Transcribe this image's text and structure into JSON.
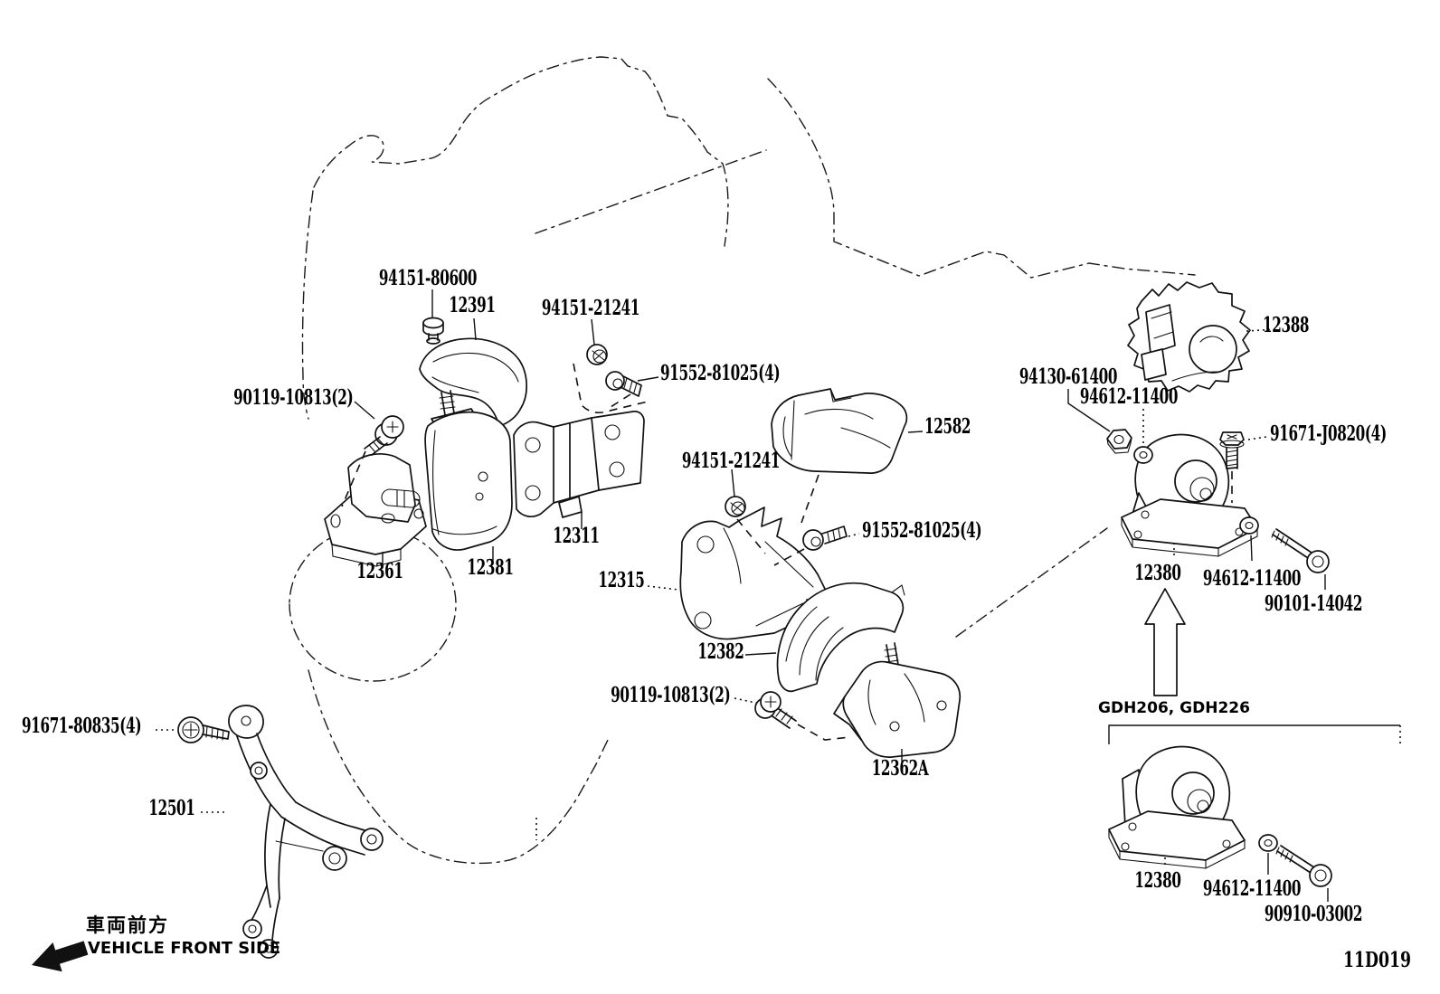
{
  "diagram": {
    "code": "11D019",
    "variant_note": "GDH206, GDH226",
    "vehicle_front_jp": "車両前方",
    "vehicle_front_en": "VEHICLE FRONT SIDE"
  },
  "colors": {
    "background": "#ffffff",
    "line": "#111111"
  },
  "icons": [
    "nut-icon",
    "washer-icon",
    "hex-bolt-icon",
    "flange-bolt-icon",
    "phillips-bolt-icon",
    "up-arrow-icon",
    "vehicle-front-arrow-icon"
  ],
  "callouts": [
    {
      "name": "bolt-94151-80600",
      "text": "94151-80600"
    },
    {
      "name": "cover-12391",
      "text": "12391"
    },
    {
      "name": "nut-94151-21241-upper",
      "text": "94151-21241"
    },
    {
      "name": "bolt-91552-81025-upper",
      "text": "91552-81025(4)"
    },
    {
      "name": "bolt-90119-10813-left",
      "text": "90119-10813(2)"
    },
    {
      "name": "cover-12582",
      "text": "12582"
    },
    {
      "name": "nut-94151-21241-lower",
      "text": "94151-21241"
    },
    {
      "name": "bolt-91552-81025-lower",
      "text": "91552-81025(4)"
    },
    {
      "name": "bracket-12311",
      "text": "12311"
    },
    {
      "name": "insulator-12361",
      "text": "12361"
    },
    {
      "name": "insulator-12381",
      "text": "12381"
    },
    {
      "name": "bracket-12315",
      "text": "12315"
    },
    {
      "name": "bracket-12382",
      "text": "12382"
    },
    {
      "name": "bolt-90119-10813-right",
      "text": "90119-10813(2)"
    },
    {
      "name": "insulator-12362A",
      "text": "12362A"
    },
    {
      "name": "bolt-91671-80835",
      "text": "91671-80835(4)"
    },
    {
      "name": "bracket-12501",
      "text": "12501"
    },
    {
      "name": "insulator-12388",
      "text": "12388"
    },
    {
      "name": "nut-94130-61400",
      "text": "94130-61400"
    },
    {
      "name": "washer-94612-11400-top",
      "text": "94612-11400"
    },
    {
      "name": "bolt-91671-J0820",
      "text": "91671-J0820(4)"
    },
    {
      "name": "insulator-12380-upper",
      "text": "12380"
    },
    {
      "name": "washer-94612-11400-mid",
      "text": "94612-11400"
    },
    {
      "name": "bolt-90101-14042",
      "text": "90101-14042"
    },
    {
      "name": "insulator-12380-lower",
      "text": "12380"
    },
    {
      "name": "washer-94612-11400-bottom",
      "text": "94612-11400"
    },
    {
      "name": "bolt-90910-03002",
      "text": "90910-03002"
    }
  ]
}
